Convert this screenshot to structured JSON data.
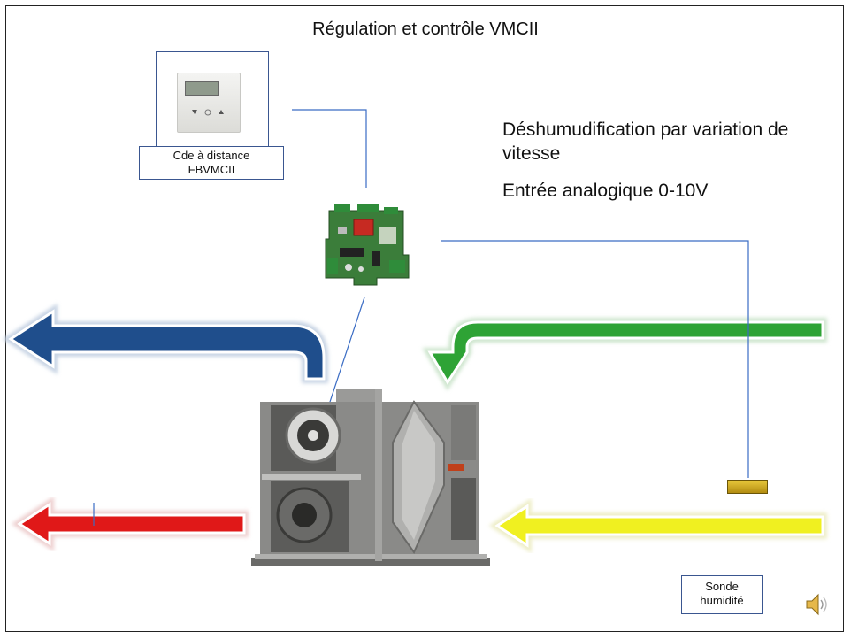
{
  "slide": {
    "title": "Régulation et contrôle VMCII",
    "dehum_line1": "Déshumudification par variation de",
    "dehum_line2": "vitesse",
    "analog_input": "Entrée analogique 0-10V"
  },
  "remote": {
    "label_line1": "Cde à distance",
    "label_line2": "FBVMCII"
  },
  "sensor": {
    "label_line1": "Sonde",
    "label_line2": "humidité"
  },
  "colors": {
    "frame": "#3a5690",
    "arrow_blue": "#1f4e8c",
    "arrow_green": "#2ea335",
    "arrow_red": "#e01818",
    "arrow_yellow": "#f0f020",
    "wire": "#3a6cc4"
  },
  "icons": [
    "speaker-icon"
  ]
}
